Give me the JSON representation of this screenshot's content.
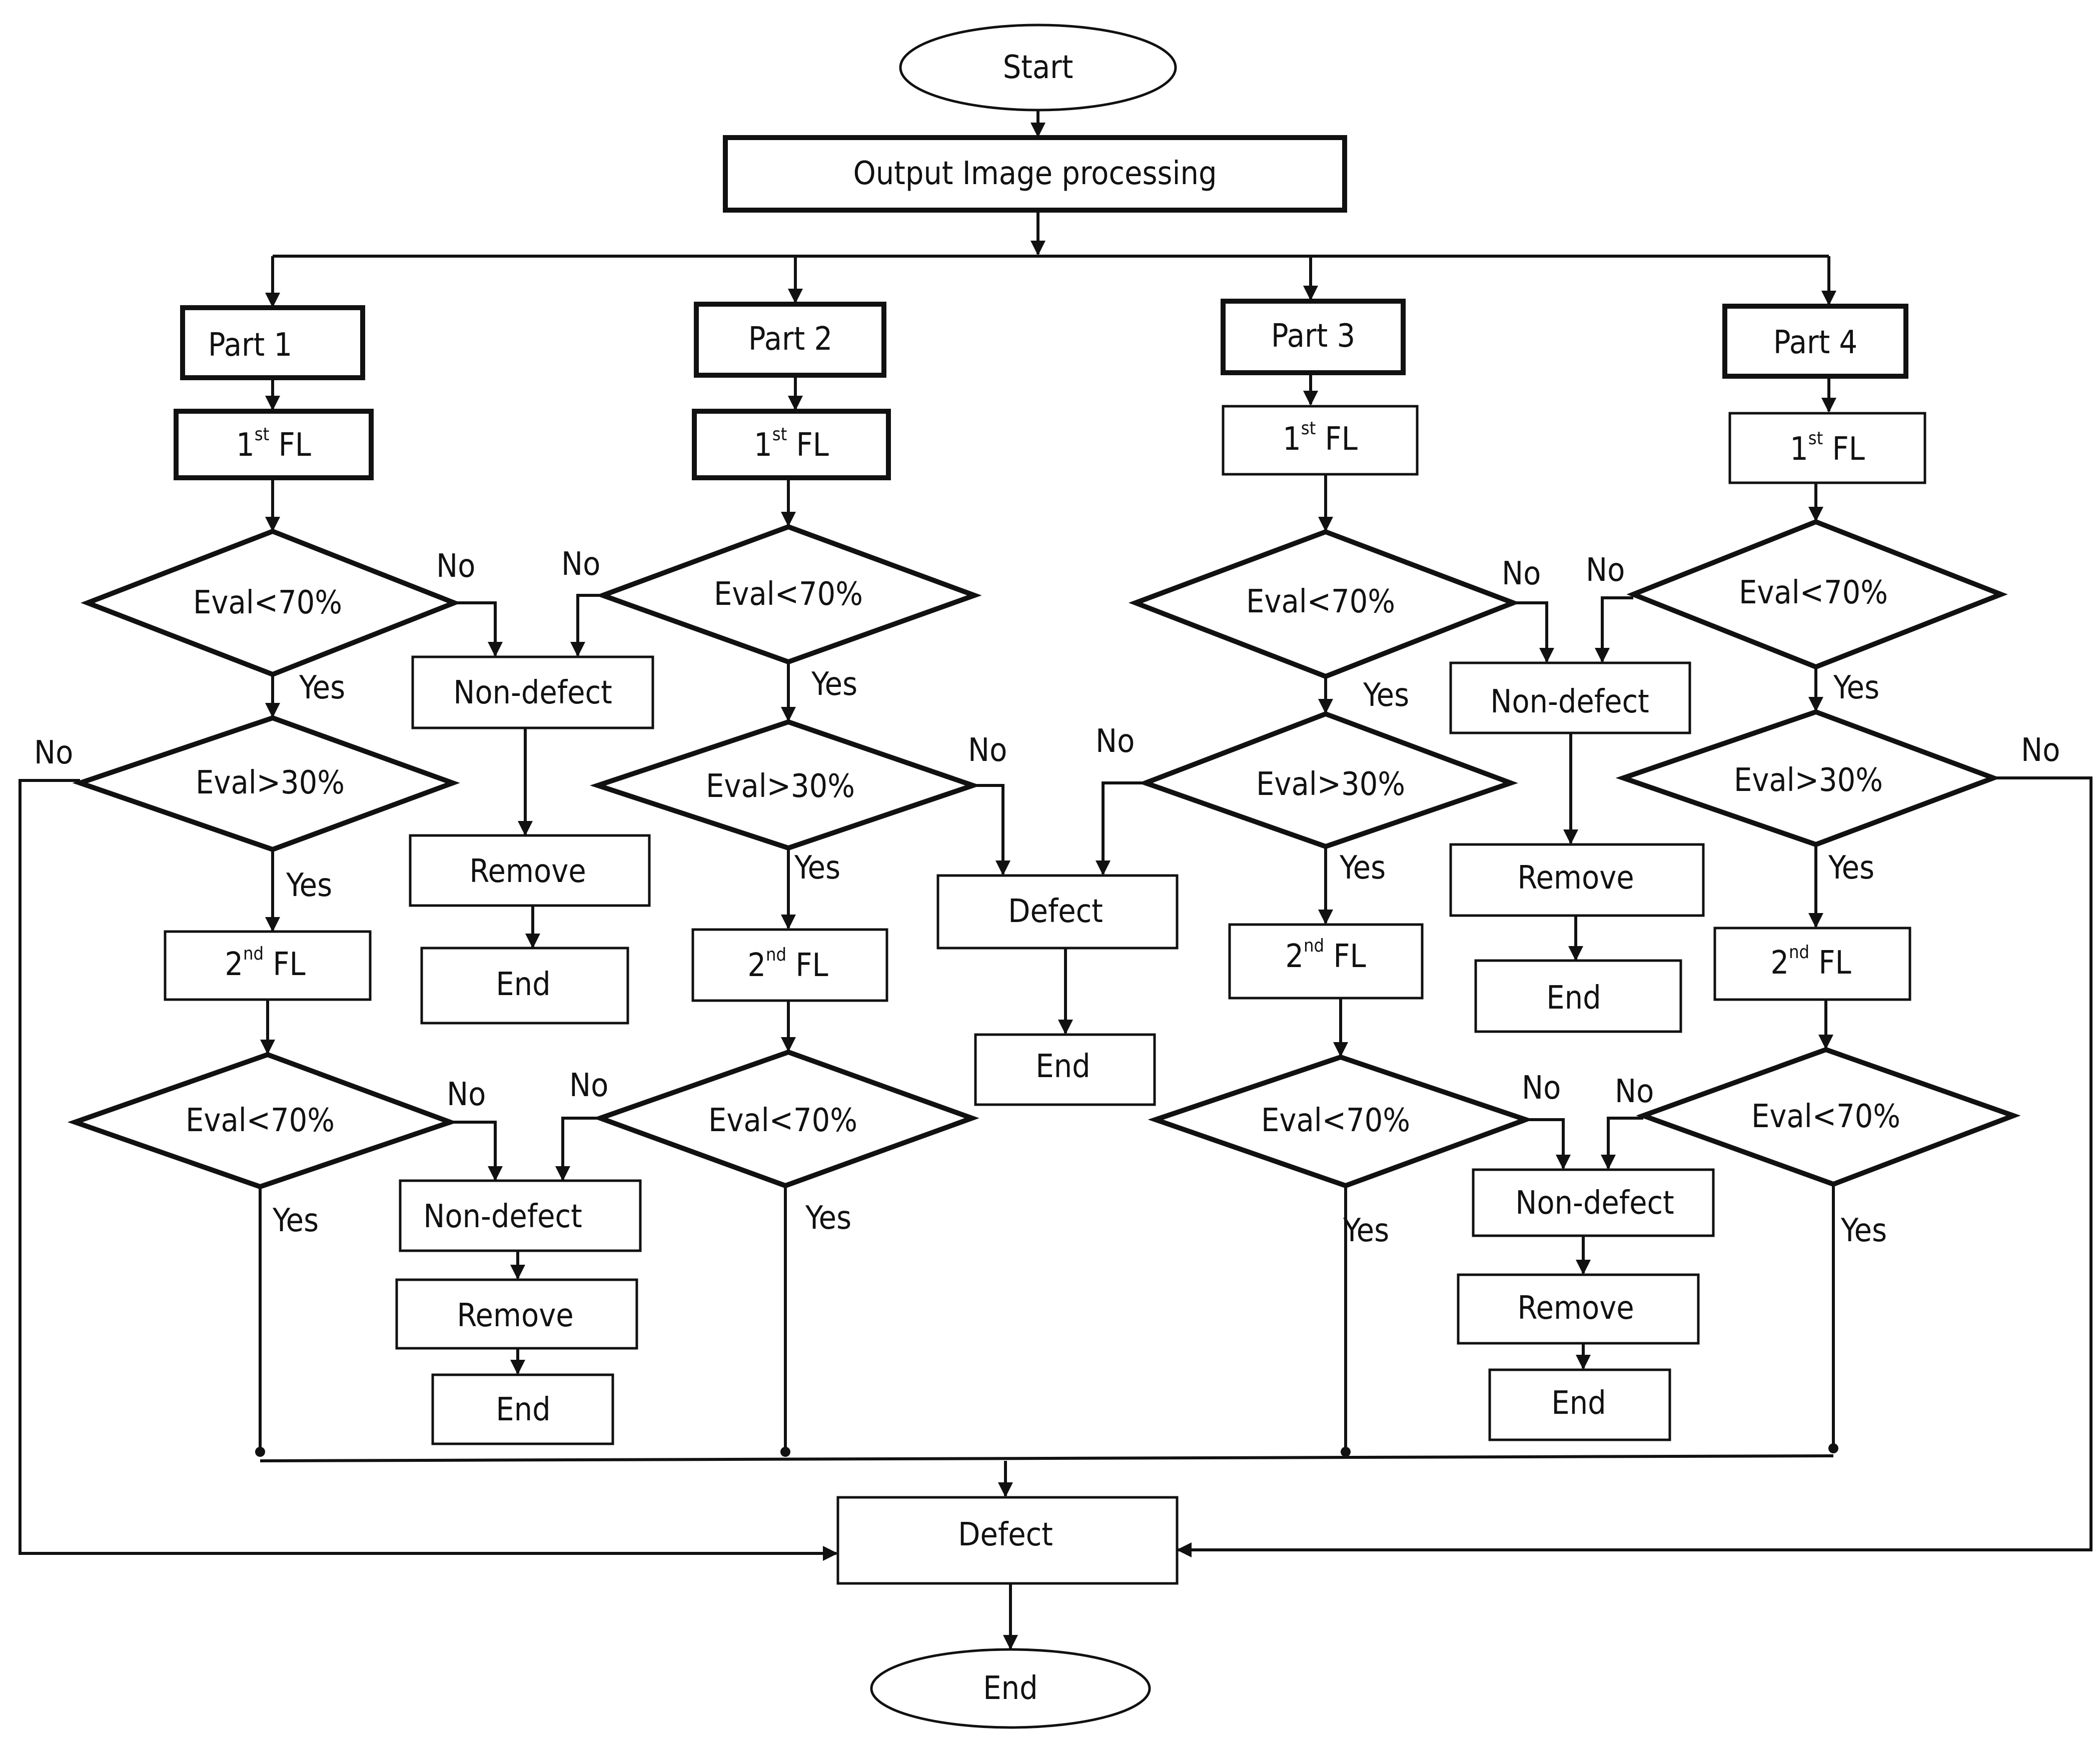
{
  "nodes": {
    "start": "Start",
    "output_image_processing": "Output Image processing",
    "part1": "Part 1",
    "part2": "Part 2",
    "part3": "Part 3",
    "part4": "Part 4",
    "first_fl": {
      "base": "1",
      "sup": "st",
      "suffix": " FL"
    },
    "second_fl": {
      "base": "2",
      "sup": "nd",
      "suffix": "  FL"
    },
    "eval_lt_70": "Eval<70%",
    "eval_gt_30": "Eval>30%",
    "non_defect": "Non-defect",
    "remove": "Remove",
    "defect": "Defect",
    "end": "End"
  },
  "edge_labels": {
    "yes": "Yes",
    "no": "No"
  }
}
